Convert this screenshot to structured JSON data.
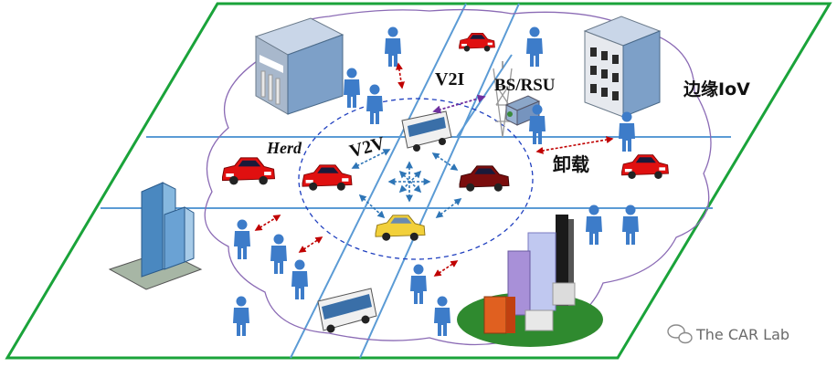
{
  "labels": {
    "v2i": "V2I",
    "bs_rsu": "BS/RSU",
    "edge_iov": "边缘IoV",
    "herd": "Herd",
    "v2v": "V2V",
    "offload": "卸载"
  },
  "watermark": "The CAR Lab",
  "colors": {
    "border_green": "#1aa33a",
    "road_blue": "#5b9bd5",
    "cloud_purple": "#8b6bb5",
    "dashed_blue": "#1f3fbf",
    "arrow_blue": "#2e75b6",
    "arrow_red": "#c00000",
    "arrow_purple": "#7030a0",
    "person_blue": "#3d7cc9"
  },
  "icons": [
    "bank-building-icon",
    "office-building-icon",
    "skyscraper-icon",
    "city-cluster-icon",
    "cell-tower-icon",
    "bus-icon",
    "car-icon",
    "taxi-icon",
    "person-icon",
    "wechat-icon"
  ]
}
